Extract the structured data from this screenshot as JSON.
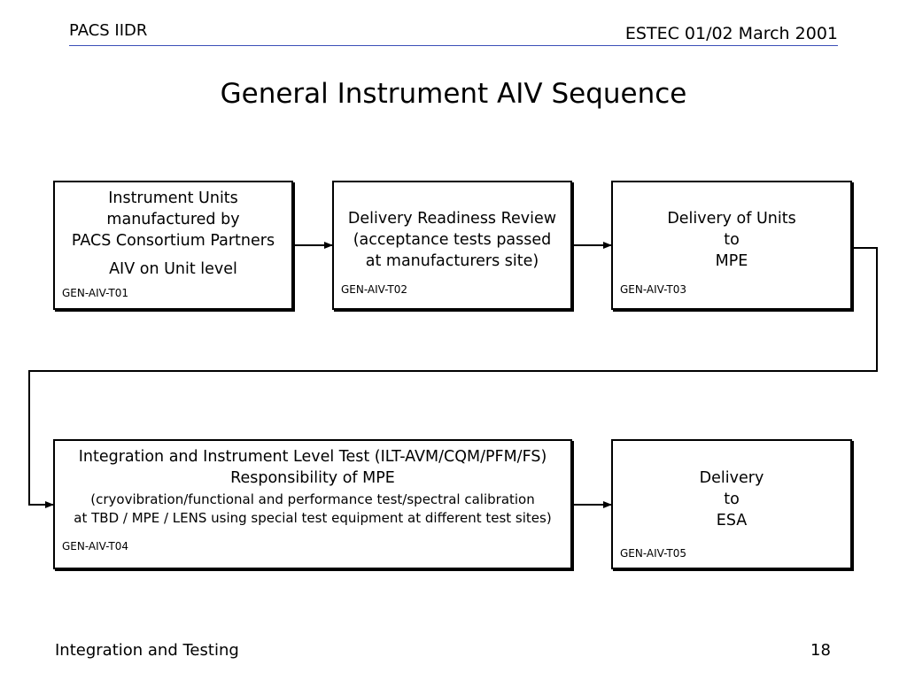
{
  "header": {
    "left": "PACS IIDR",
    "right": "ESTEC 01/02 March 2001",
    "rule_color": "#3b4fb8"
  },
  "title": "General Instrument AIV Sequence",
  "boxes": {
    "t01": {
      "lines": [
        "Instrument Units",
        "manufactured by",
        "PACS Consortium Partners"
      ],
      "extra": "AIV on Unit level",
      "code": "GEN-AIV-T01"
    },
    "t02": {
      "lines": [
        "Delivery Readiness Review",
        "(acceptance tests passed",
        "at manufacturers site)"
      ],
      "code": "GEN-AIV-T02"
    },
    "t03": {
      "lines": [
        "Delivery of Units",
        "to",
        "MPE"
      ],
      "code": "GEN-AIV-T03"
    },
    "t04": {
      "lines": [
        "Integration and Instrument Level Test (ILT-AVM/CQM/PFM/FS)",
        "Responsibility of MPE"
      ],
      "small_lines": [
        "(cryovibration/functional and performance test/spectral calibration",
        "at TBD / MPE / LENS using special test equipment at different test sites)"
      ],
      "code": "GEN-AIV-T04"
    },
    "t05": {
      "lines": [
        "Delivery",
        "to",
        "ESA"
      ],
      "code": "GEN-AIV-T05"
    }
  },
  "footer": {
    "left": "Integration and Testing",
    "page": "18"
  }
}
